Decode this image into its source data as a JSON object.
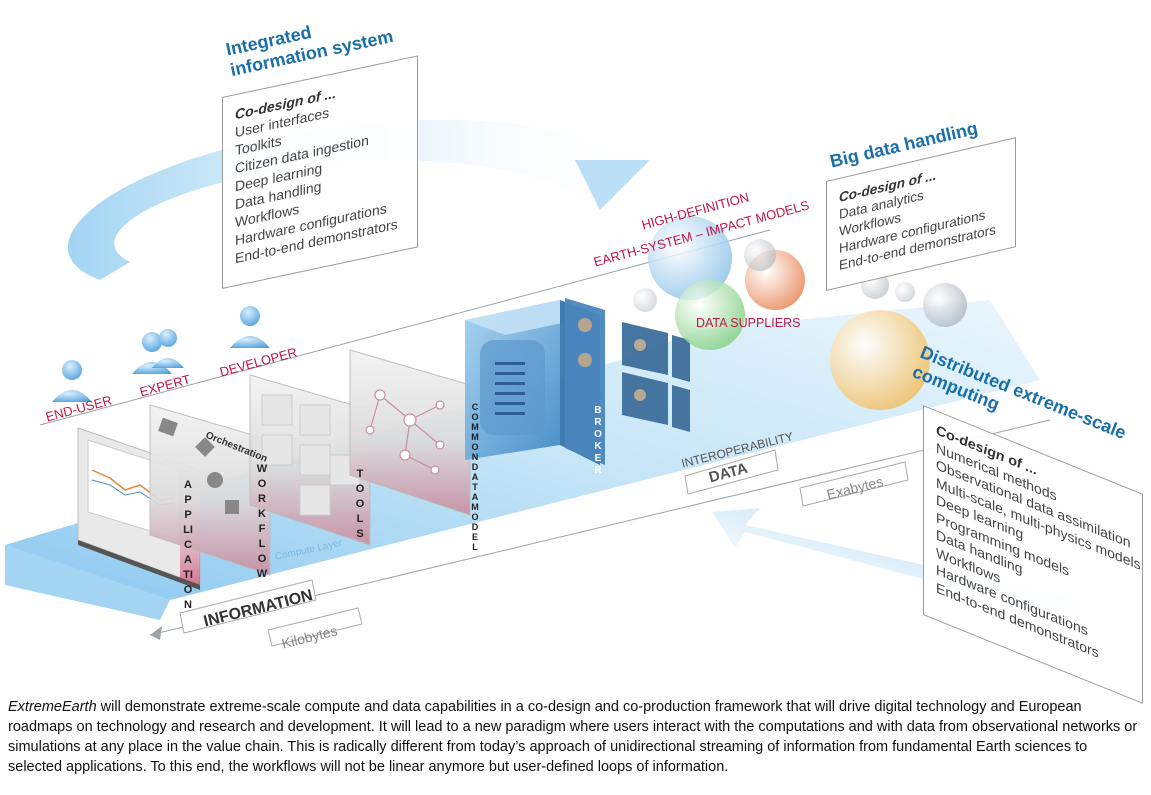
{
  "integrated": {
    "title_line1": "Integrated",
    "title_line2": "information system",
    "header": "Co-design of ...",
    "items": [
      "User interfaces",
      "Toolkits",
      "Citizen data ingestion",
      "Deep learning",
      "Data handling",
      "Workflows",
      "Hardware configurations",
      "End-to-end demonstrators"
    ]
  },
  "bigdata": {
    "title": "Big data handling",
    "header": "Co-design of ...",
    "items": [
      "Data analytics",
      "Workflows",
      "Hardware configurations",
      "End-to-end demonstrators"
    ]
  },
  "distributed": {
    "title_line1": "Distributed extreme-scale",
    "title_line2": "computing",
    "header": "Co-design of ...",
    "items": [
      "Numerical methods",
      "Observational data assimilation",
      "Multi-scale, multi-physics models",
      "Deep learning",
      "Programming models",
      "Data handling",
      "Workflows",
      "Hardware configurations",
      "End-to-end demonstrators"
    ]
  },
  "labels": {
    "high_definition": "HIGH-DEFINITION",
    "earth_system": "EARTH-SYSTEM – IMPACT MODELS",
    "data_suppliers": "DATA SUPPLIERS",
    "end_user": "END-USER",
    "expert": "EXPERT",
    "developer": "DEVELOPER",
    "interoperability": "INTEROPERABILITY",
    "data": "DATA",
    "exabytes": "Exabytes",
    "information": "INFORMATION",
    "kilobytes": "Kilobytes",
    "compute_layer": "Compute Layer",
    "orchestration": "Orchestration"
  },
  "panels": {
    "application": "APPLICATION",
    "workflow": "WORKFLOW",
    "tools": "TOOLS",
    "common_data_model": "COMMON DATA MODEL",
    "broker": "BROKER"
  },
  "caption": {
    "italic": "ExtremeEarth",
    "text": " will demonstrate extreme-scale compute and data capabilities in a co-design and co-production framework that will drive digital technology and European roadmaps on technology and research and development. It will lead to a new paradigm where users interact with the computations and with data from observational networks or simulations at any place in the value chain. This is radically different from today’s approach of unidirectional streaming of information from fundamental Earth sciences to selected applications. To this end, the workflows will not be linear anymore but user-defined loops of information."
  },
  "colors": {
    "title_blue": "#1b6fa8",
    "label_red": "#c0164a",
    "flow_blue": "#9cd0ef"
  }
}
